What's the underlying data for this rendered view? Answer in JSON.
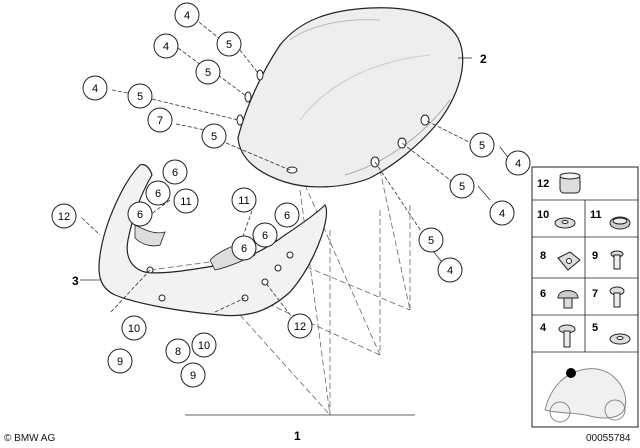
{
  "callouts": [
    {
      "label": "4"
    },
    {
      "label": "5"
    },
    {
      "label": "4"
    },
    {
      "label": "5"
    },
    {
      "label": "4"
    },
    {
      "label": "5"
    },
    {
      "label": "7"
    },
    {
      "label": "5"
    },
    {
      "label": "5"
    },
    {
      "label": "4"
    },
    {
      "label": "5"
    },
    {
      "label": "4"
    },
    {
      "label": "5"
    },
    {
      "label": "4"
    },
    {
      "label": "6"
    },
    {
      "label": "6"
    },
    {
      "label": "11"
    },
    {
      "label": "6"
    },
    {
      "label": "11"
    },
    {
      "label": "6"
    },
    {
      "label": "6"
    },
    {
      "label": "6"
    },
    {
      "label": "12"
    },
    {
      "label": "12"
    },
    {
      "label": "10"
    },
    {
      "label": "9"
    },
    {
      "label": "8"
    },
    {
      "label": "10"
    },
    {
      "label": "9"
    }
  ],
  "part_labels": {
    "windscreen": "2",
    "fairing": "3",
    "assembly": "1"
  },
  "legend": [
    {
      "label": "12"
    },
    {
      "label": "10"
    },
    {
      "label": "11"
    },
    {
      "label": "8"
    },
    {
      "label": "9"
    },
    {
      "label": "6"
    },
    {
      "label": "7"
    },
    {
      "label": "4"
    },
    {
      "label": "5"
    }
  ],
  "footer": {
    "copyright": "© BMW AG",
    "document_number": "00055784"
  }
}
